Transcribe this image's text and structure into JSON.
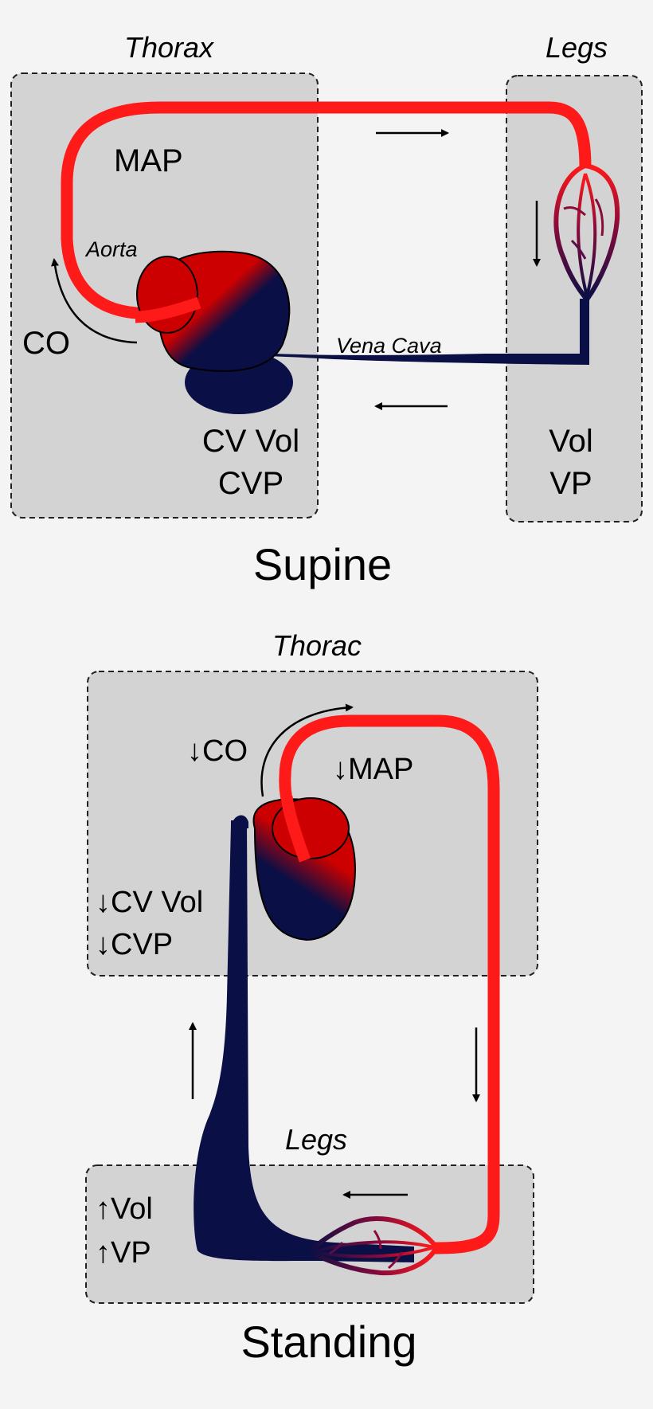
{
  "colors": {
    "artery": "#ff1a1a",
    "vein": "#0a0f45",
    "heart_red": "#cc0000",
    "box_fill": "#d3d3d3",
    "background": "#f4f4f4"
  },
  "supine": {
    "title": "Supine",
    "thorax_label": "Thorax",
    "legs_label": "Legs",
    "map": "MAP",
    "aorta": "Aorta",
    "co": "CO",
    "vena_cava": "Vena Cava",
    "cv_vol": "CV Vol",
    "cvp": "CVP",
    "vol": "Vol",
    "vp": "VP"
  },
  "standing": {
    "title": "Standing",
    "thorax_label": "Thorac",
    "legs_label": "Legs",
    "co": "↓CO",
    "map": "↓MAP",
    "cv_vol": "↓CV Vol",
    "cvp": "↓CVP",
    "vol": "↑Vol",
    "vp": "↑VP"
  }
}
